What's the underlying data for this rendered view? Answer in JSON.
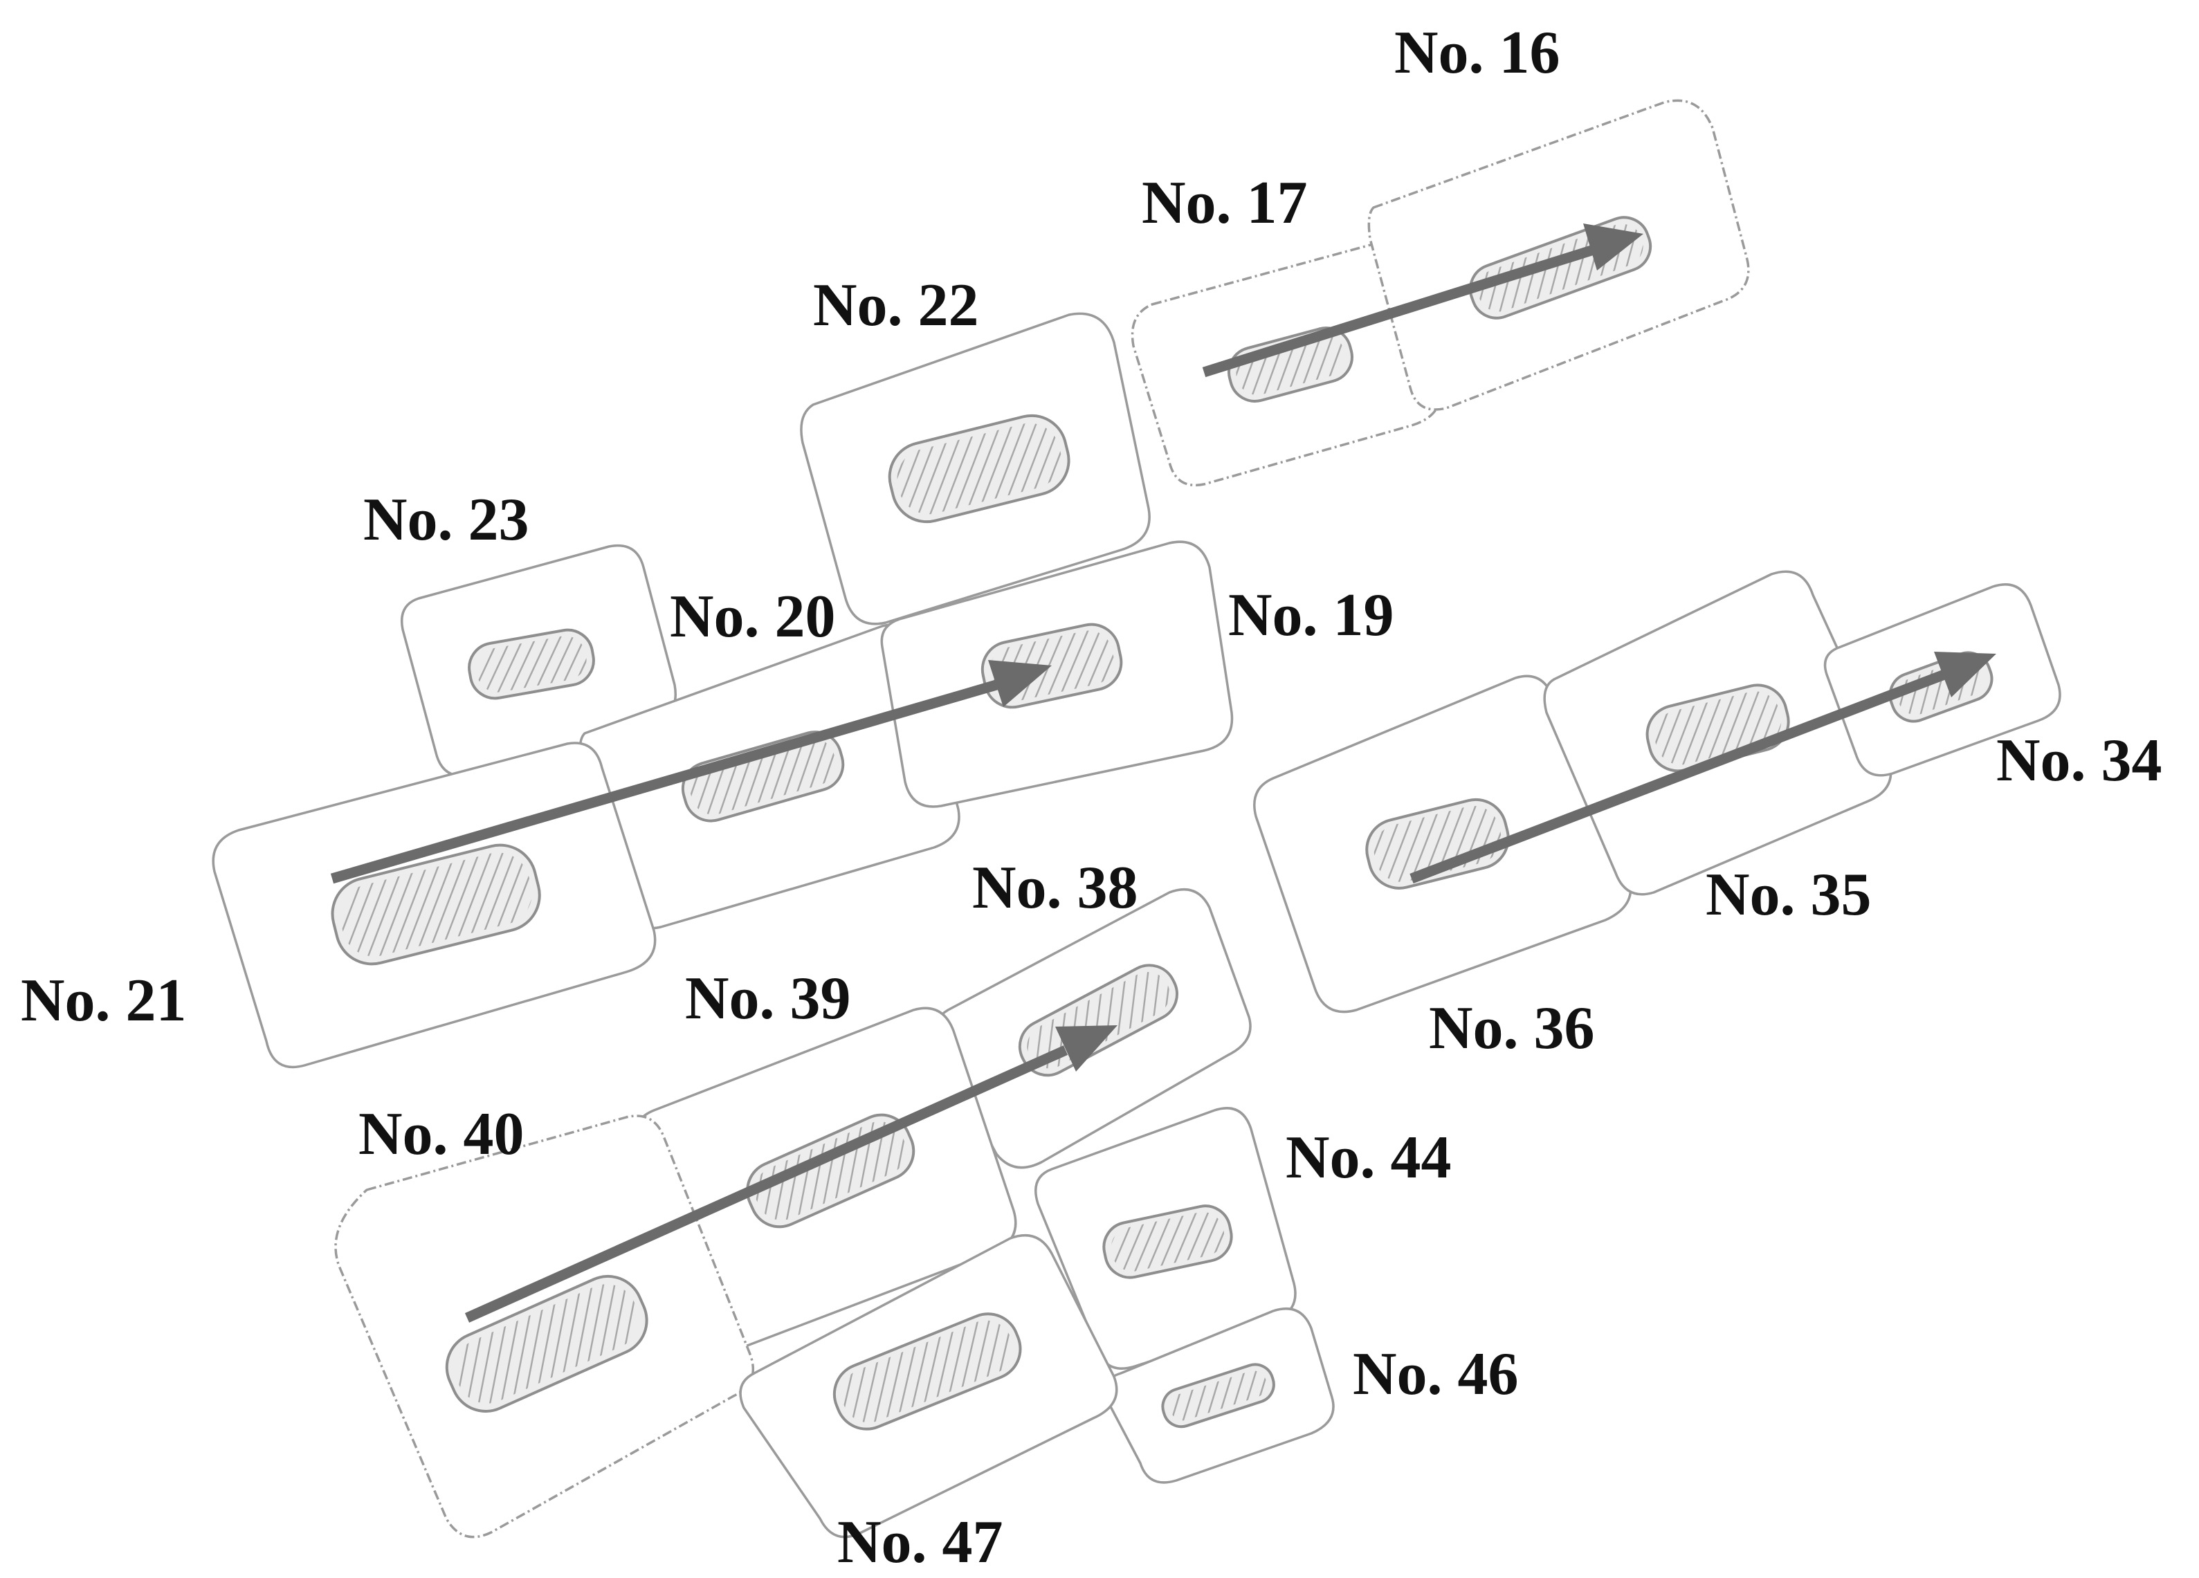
{
  "labels": {
    "no16": "No. 16",
    "no17": "No. 17",
    "no22": "No. 22",
    "no23": "No. 23",
    "no20": "No. 20",
    "no19": "No. 19",
    "no21": "No. 21",
    "no38": "No. 38",
    "no39": "No. 39",
    "no40": "No. 40",
    "no44": "No. 44",
    "no46": "No. 46",
    "no47": "No. 47",
    "no34": "No. 34",
    "no35": "No. 35",
    "no36": "No. 36"
  },
  "colors": {
    "arrow": "#6b6b6b",
    "cell_outline": "#9a9a9a",
    "nucleus_fill": "#ededed",
    "text": "#111111"
  }
}
